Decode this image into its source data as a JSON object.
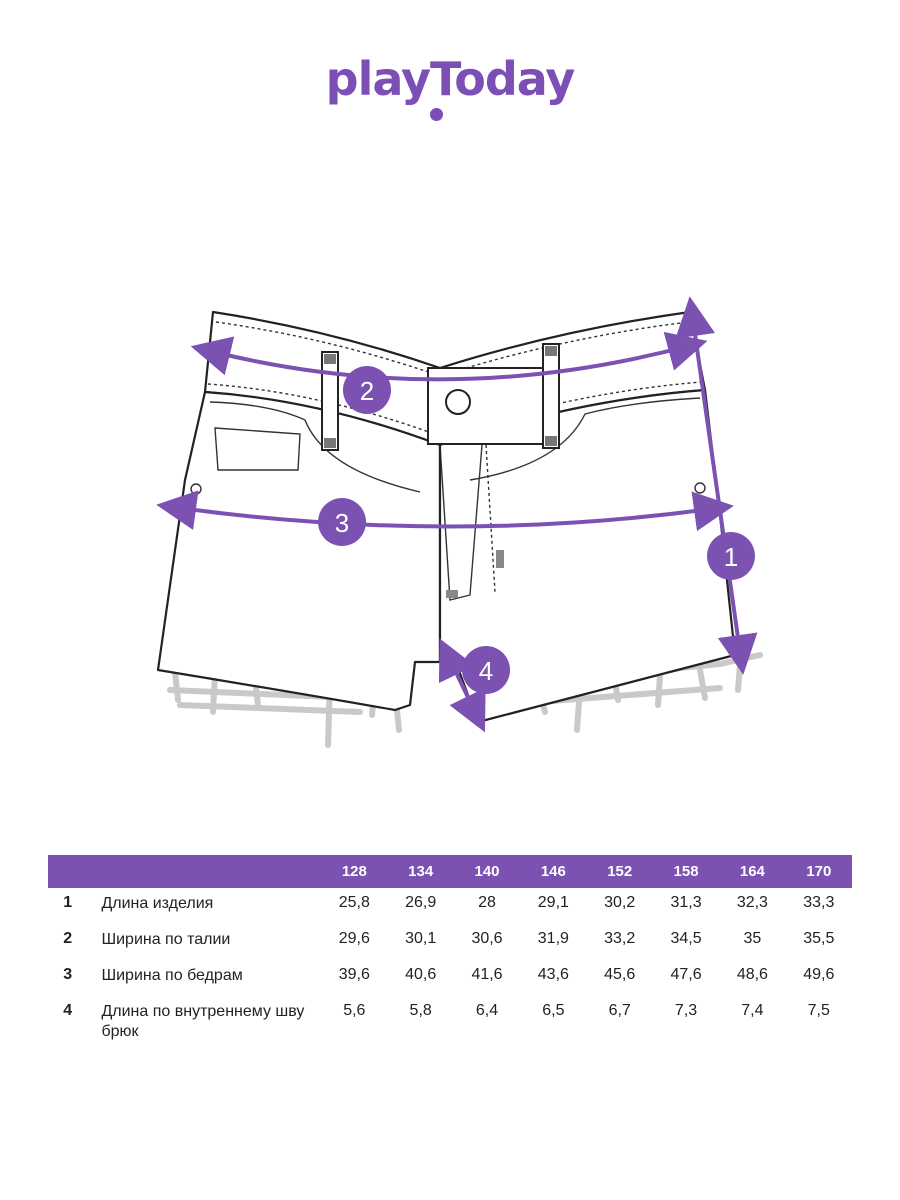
{
  "brand": {
    "name": "playToday",
    "color": "#7b4fb5"
  },
  "diagram": {
    "markers": [
      {
        "id": "1",
        "measure": "Длина изделия"
      },
      {
        "id": "2",
        "measure": "Ширина по талии"
      },
      {
        "id": "3",
        "measure": "Ширина по бедрам"
      },
      {
        "id": "4",
        "measure": "Длина по внутреннему шву брюк"
      }
    ],
    "accent": "#7b52b2"
  },
  "size_table": {
    "sizes": [
      "128",
      "134",
      "140",
      "146",
      "152",
      "158",
      "164",
      "170"
    ],
    "rows": [
      {
        "num": "1",
        "label": "Длина изделия",
        "values": [
          "25,8",
          "26,9",
          "28",
          "29,1",
          "30,2",
          "31,3",
          "32,3",
          "33,3"
        ]
      },
      {
        "num": "2",
        "label": "Ширина по талии",
        "values": [
          "29,6",
          "30,1",
          "30,6",
          "31,9",
          "33,2",
          "34,5",
          "35",
          "35,5"
        ]
      },
      {
        "num": "3",
        "label": "Ширина по бедрам",
        "values": [
          "39,6",
          "40,6",
          "41,6",
          "43,6",
          "45,6",
          "47,6",
          "48,6",
          "49,6"
        ]
      },
      {
        "num": "4",
        "label": "Длина по внутреннему шву брюк",
        "values": [
          "5,6",
          "5,8",
          "6,4",
          "6,5",
          "6,7",
          "7,3",
          "7,4",
          "7,5"
        ]
      }
    ]
  }
}
